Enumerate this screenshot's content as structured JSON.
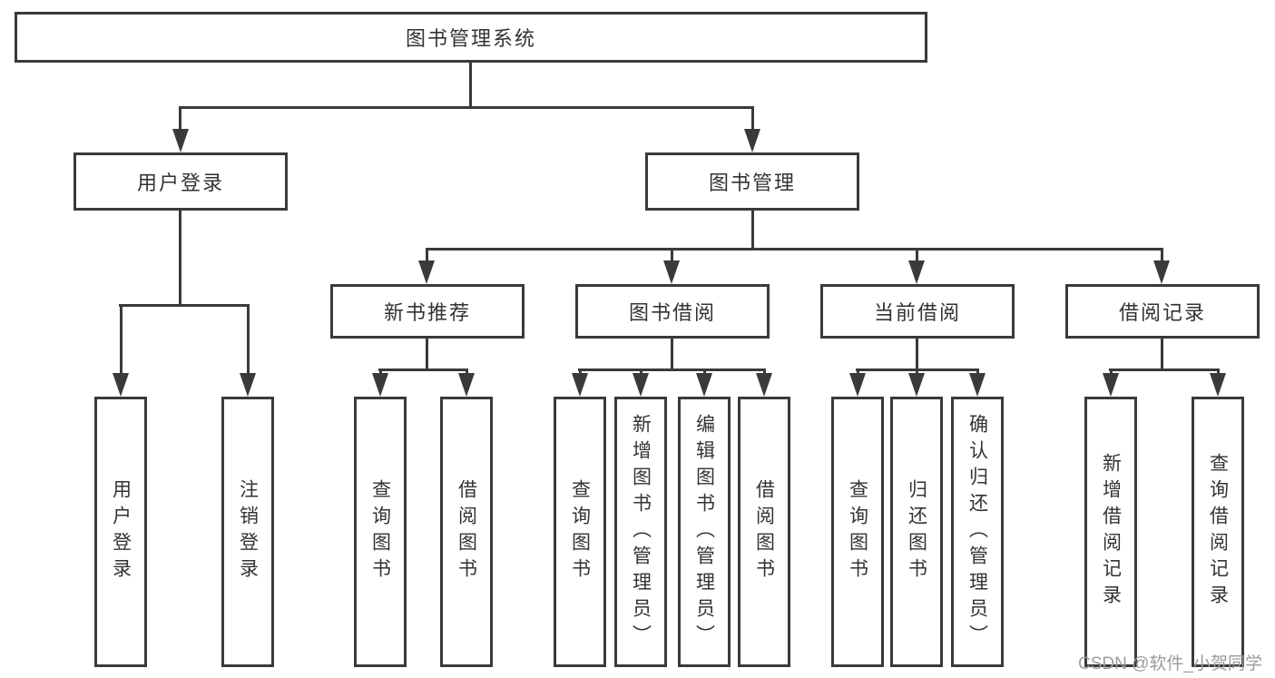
{
  "tree": {
    "root": {
      "label": "图书管理系统"
    },
    "branches": [
      {
        "label": "用户登录",
        "leaves": [
          "用户登录",
          "注销登录"
        ]
      },
      {
        "label": "图书管理",
        "groups": [
          {
            "label": "新书推荐",
            "leaves": [
              "查询图书",
              "借阅图书"
            ]
          },
          {
            "label": "图书借阅",
            "leaves": [
              "查询图书",
              "新增图书（管理员）",
              "编辑图书（管理员）",
              "借阅图书"
            ]
          },
          {
            "label": "当前借阅",
            "leaves": [
              "查询图书",
              "归还图书",
              "确认归还（管理员）"
            ]
          },
          {
            "label": "借阅记录",
            "leaves": [
              "新增借阅记录",
              "查询借阅记录"
            ]
          }
        ]
      }
    ]
  },
  "watermark": "CSDN @软件_小贺同学",
  "colors": {
    "line": "#3a3a3a",
    "box_border": "#3a3a3a",
    "box_fill": "#ffffff",
    "text": "#333333",
    "watermark_text": "#9c9c9c",
    "background": "#ffffff"
  }
}
